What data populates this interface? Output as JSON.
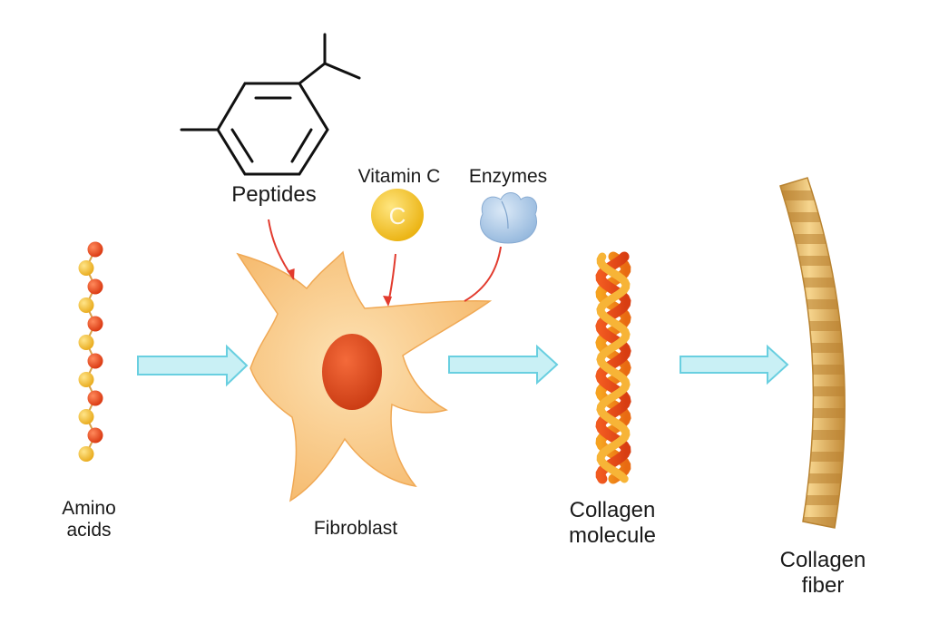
{
  "labels": {
    "amino_acids_line1": "Amino",
    "amino_acids_line2": "acids",
    "fibroblast": "Fibroblast",
    "collagen_molecule_line1": "Collagen",
    "collagen_molecule_line2": "molecule",
    "collagen_fiber_line1": "Collagen",
    "collagen_fiber_line2": "fiber",
    "peptides": "Peptides",
    "vitamin_c": "Vitamin C",
    "vitamin_c_symbol": "C",
    "enzymes": "Enzymes"
  },
  "colors": {
    "bead_red": "#e8421f",
    "bead_yellow": "#f2bc2a",
    "arrow_fill": "#c9f0f5",
    "arrow_stroke": "#69cfe0",
    "cell_fill": "#f9c98a",
    "nucleus": "#e14a1c",
    "red_arrow": "#e23b2e",
    "vitamin_c": "#f5c221",
    "enzyme": "#a9c8e6",
    "helix_orange": "#f08a1c",
    "helix_red": "#e5481d",
    "fiber_light": "#f3cf84",
    "fiber_dark": "#c89442"
  },
  "icons": {
    "amino_chain": "amino-acid-chain-icon",
    "peptide_structure": "benzene-ring-icon",
    "vitamin_c": "vitamin-c-sphere-icon",
    "enzyme": "enzyme-blob-icon",
    "fibroblast": "fibroblast-cell-icon",
    "collagen_molecule": "triple-helix-icon",
    "collagen_fiber": "collagen-fiber-icon"
  }
}
